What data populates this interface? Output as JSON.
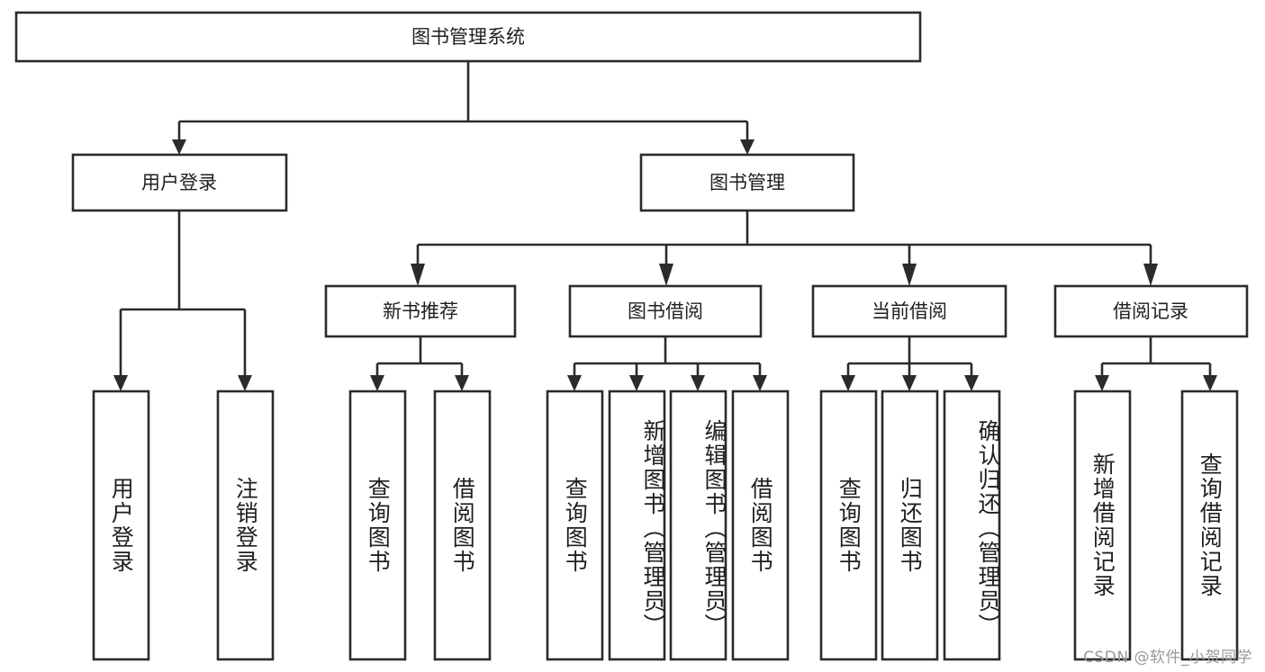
{
  "diagram": {
    "type": "tree-hierarchy",
    "title": "图书管理系统",
    "watermark": "CSDN @软件_小贺同学",
    "colors": {
      "stroke": "#2b2b2b",
      "fill": "#ffffff",
      "text": "#1f1f1f",
      "watermark": "#9a9a9a"
    },
    "levels": {
      "root": {
        "label": "图书管理系统"
      },
      "level2": [
        {
          "label": "用户登录"
        },
        {
          "label": "图书管理"
        }
      ],
      "level3": [
        {
          "label": "新书推荐"
        },
        {
          "label": "图书借阅"
        },
        {
          "label": "当前借阅"
        },
        {
          "label": "借阅记录"
        }
      ],
      "leaves": {
        "user_login": [
          {
            "label": "用户登录"
          },
          {
            "label": "注销登录"
          }
        ],
        "new_book_recommend": [
          {
            "label": "查询图书"
          },
          {
            "label": "借阅图书"
          }
        ],
        "book_borrow": [
          {
            "label": "查询图书"
          },
          {
            "label": "新增图书（管理员）"
          },
          {
            "label": "编辑图书（管理员）"
          },
          {
            "label": "借阅图书"
          }
        ],
        "current_borrow": [
          {
            "label": "查询图书"
          },
          {
            "label": "归还图书"
          },
          {
            "label": "确认归还（管理员）"
          }
        ],
        "borrow_record": [
          {
            "label": "新增借阅记录"
          },
          {
            "label": "查询借阅记录"
          }
        ]
      }
    }
  }
}
